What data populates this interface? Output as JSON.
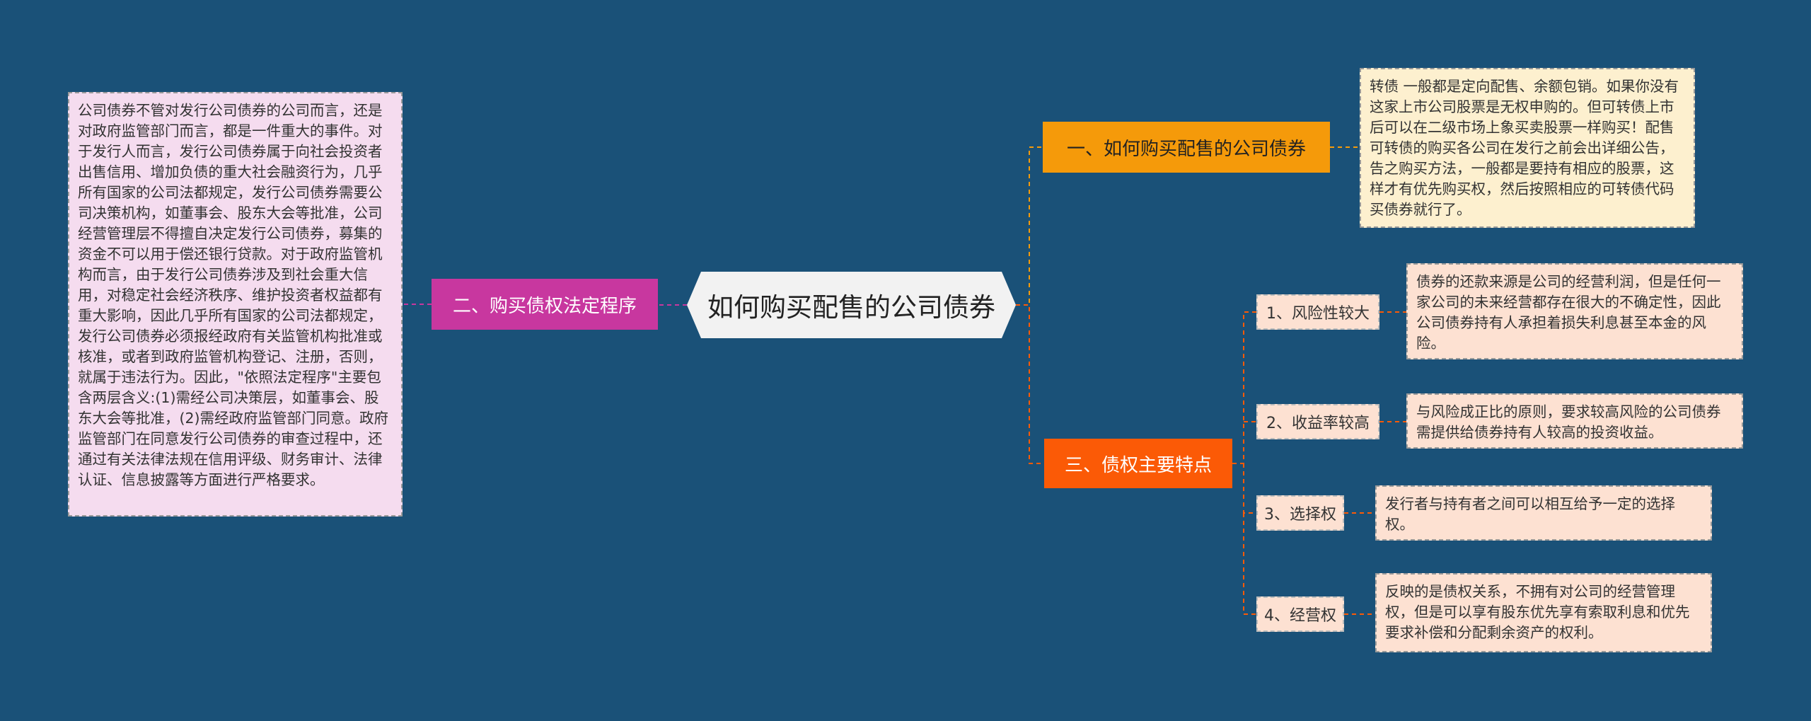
{
  "center": {
    "title": "如何购买配售的公司债券"
  },
  "branches": [
    {
      "label": "一、如何购买配售的公司债券"
    },
    {
      "label": "二、购买债权法定程序"
    },
    {
      "label": "三、债权主要特点"
    }
  ],
  "notes": {
    "b1": "转债 一般都是定向配售、余额包销。如果你没有这家上市公司股票是无权申购的。但可转债上市后可以在二级市场上象买卖股票一样购买！配售可转债的购买各公司在发行之前会出详细公告，告之购买方法，一般都是要持有相应的股票，这样才有优先购买权，然后按照相应的可转债代码买债券就行了。",
    "b2": "公司债券不管对发行公司债券的公司而言，还是对政府监管部门而言，都是一件重大的事件。对于发行人而言，发行公司债券属于向社会投资者出售信用、增加负债的重大社会融资行为，几乎所有国家的公司法都规定，发行公司债券需要公司决策机构，如董事会、股东大会等批准，公司经营管理层不得擅自决定发行公司债券，募集的资金不可以用于偿还银行贷款。对于政府监管机构而言，由于发行公司债券涉及到社会重大信用，对稳定社会经济秩序、维护投资者权益都有重大影响，因此几乎所有国家的公司法都规定，发行公司债券必须报经政府有关监管机构批准或核准，或者到政府监管机构登记、注册，否则，就属于违法行为。因此，\"依照法定程序\"主要包含两层含义:(1)需经公司决策层，如董事会、股东大会等批准，(2)需经政府监管部门同意。政府监管部门在同意发行公司债券的审查过程中，还通过有关法律法规在信用评级、财务审计、法律认证、信息披露等方面进行严格要求。"
  },
  "subs": [
    {
      "label": "1、风险性较大",
      "note": "债券的还款来源是公司的经营利润，但是任何一家公司的未来经营都存在很大的不确定性，因此公司债券持有人承担着损失利息甚至本金的风险。"
    },
    {
      "label": "2、收益率较高",
      "note": "与风险成正比的原则，要求较高风险的公司债券需提供给债券持有人较高的投资收益。"
    },
    {
      "label": "3、选择权",
      "note": "发行者与持有者之间可以相互给予一定的选择权。"
    },
    {
      "label": "4、经营权",
      "note": "反映的是债权关系，不拥有对公司的经营管理权，但是可以享有股东优先享有索取利息和优先要求补偿和分配剩余资产的权利。"
    }
  ],
  "colors": {
    "background": "#1a5178",
    "branch1": "#f59a0a",
    "branch2": "#c8379f",
    "branch3": "#fb5a06",
    "connector_orange": "#f59a0a",
    "connector_pink": "#c8379f"
  }
}
